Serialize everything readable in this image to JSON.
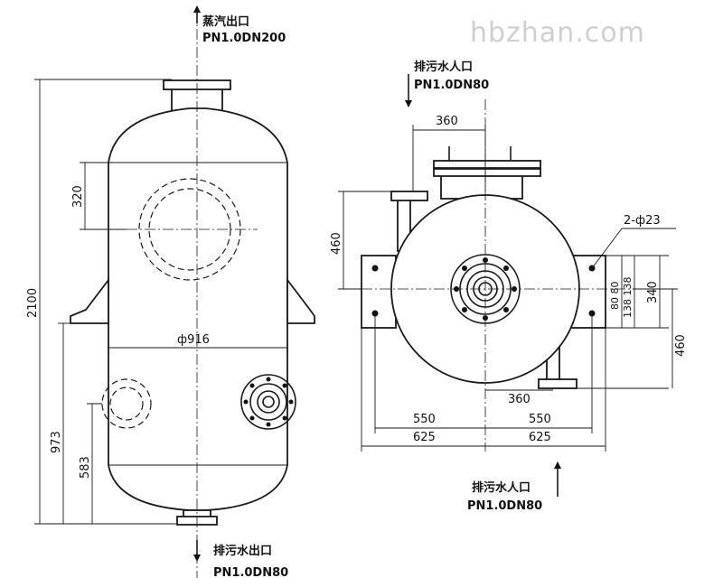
{
  "watermark": "hbzhan.com",
  "labels": {
    "steam_outlet_name": "蒸汽出口",
    "steam_outlet_spec": "PN1.0DN200",
    "drain_inlet_top_name": "排污水人口",
    "drain_inlet_top_spec": "PN1.0DN80",
    "drain_inlet_right_name": "排污水人口",
    "drain_inlet_right_spec": "PN1.0DN80",
    "drain_outlet_bottom_name": "排污水出口",
    "drain_outlet_bottom_spec": "PN1.0DN80"
  },
  "dimensions": {
    "height_total": "2100",
    "height_973": "973",
    "height_583": "583",
    "opening_320": "320",
    "diameter": "ф916",
    "top_360": "360",
    "left_460": "460",
    "holes": "2-ф23",
    "r_80_80": "80 80",
    "r_138_138": "138 138",
    "r_340": "340",
    "r_460": "460",
    "mid_360": "360",
    "w_550_left": "550",
    "w_550_right": "550",
    "w_625_left": "625",
    "w_625_right": "625"
  }
}
